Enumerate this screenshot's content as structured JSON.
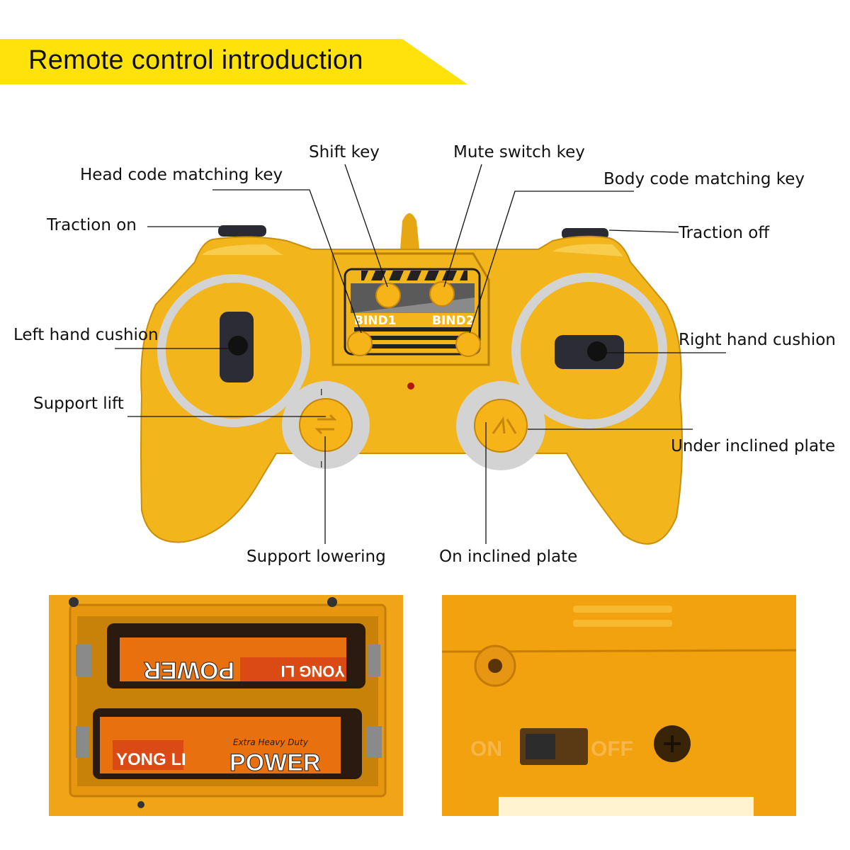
{
  "header": {
    "title": "Remote control introduction"
  },
  "labels": {
    "shift_key": "Shift key",
    "mute_switch_key": "Mute switch key",
    "head_code_matching_key": "Head code matching key",
    "body_code_matching_key": "Body code matching key",
    "traction_on": "Traction on",
    "traction_off": "Traction off",
    "left_hand_cushion": "Left hand cushion",
    "right_hand_cushion": "Right hand cushion",
    "support_lift": "Support lift",
    "under_inclined_plate": "Under inclined plate",
    "support_lowering": "Support lowering",
    "on_inclined_plate": "On inclined plate"
  },
  "controller": {
    "bind_label_1": "BIND1",
    "bind_label_2": "BIND2"
  },
  "battery_photo": {
    "battery_top_brand": "YONG LI",
    "battery_top_text": "POWER",
    "battery_bottom_brand": "YONG LI",
    "battery_bottom_text": "POWER",
    "battery_bottom_tagline": "Extra Heavy Duty"
  },
  "switch_photo": {
    "on_label": "ON",
    "off_label": "OFF"
  },
  "colors": {
    "banner": "#ffe20a",
    "controller_body": "#f2b51c",
    "ring": "#cfcfcf",
    "text": "#111111"
  }
}
